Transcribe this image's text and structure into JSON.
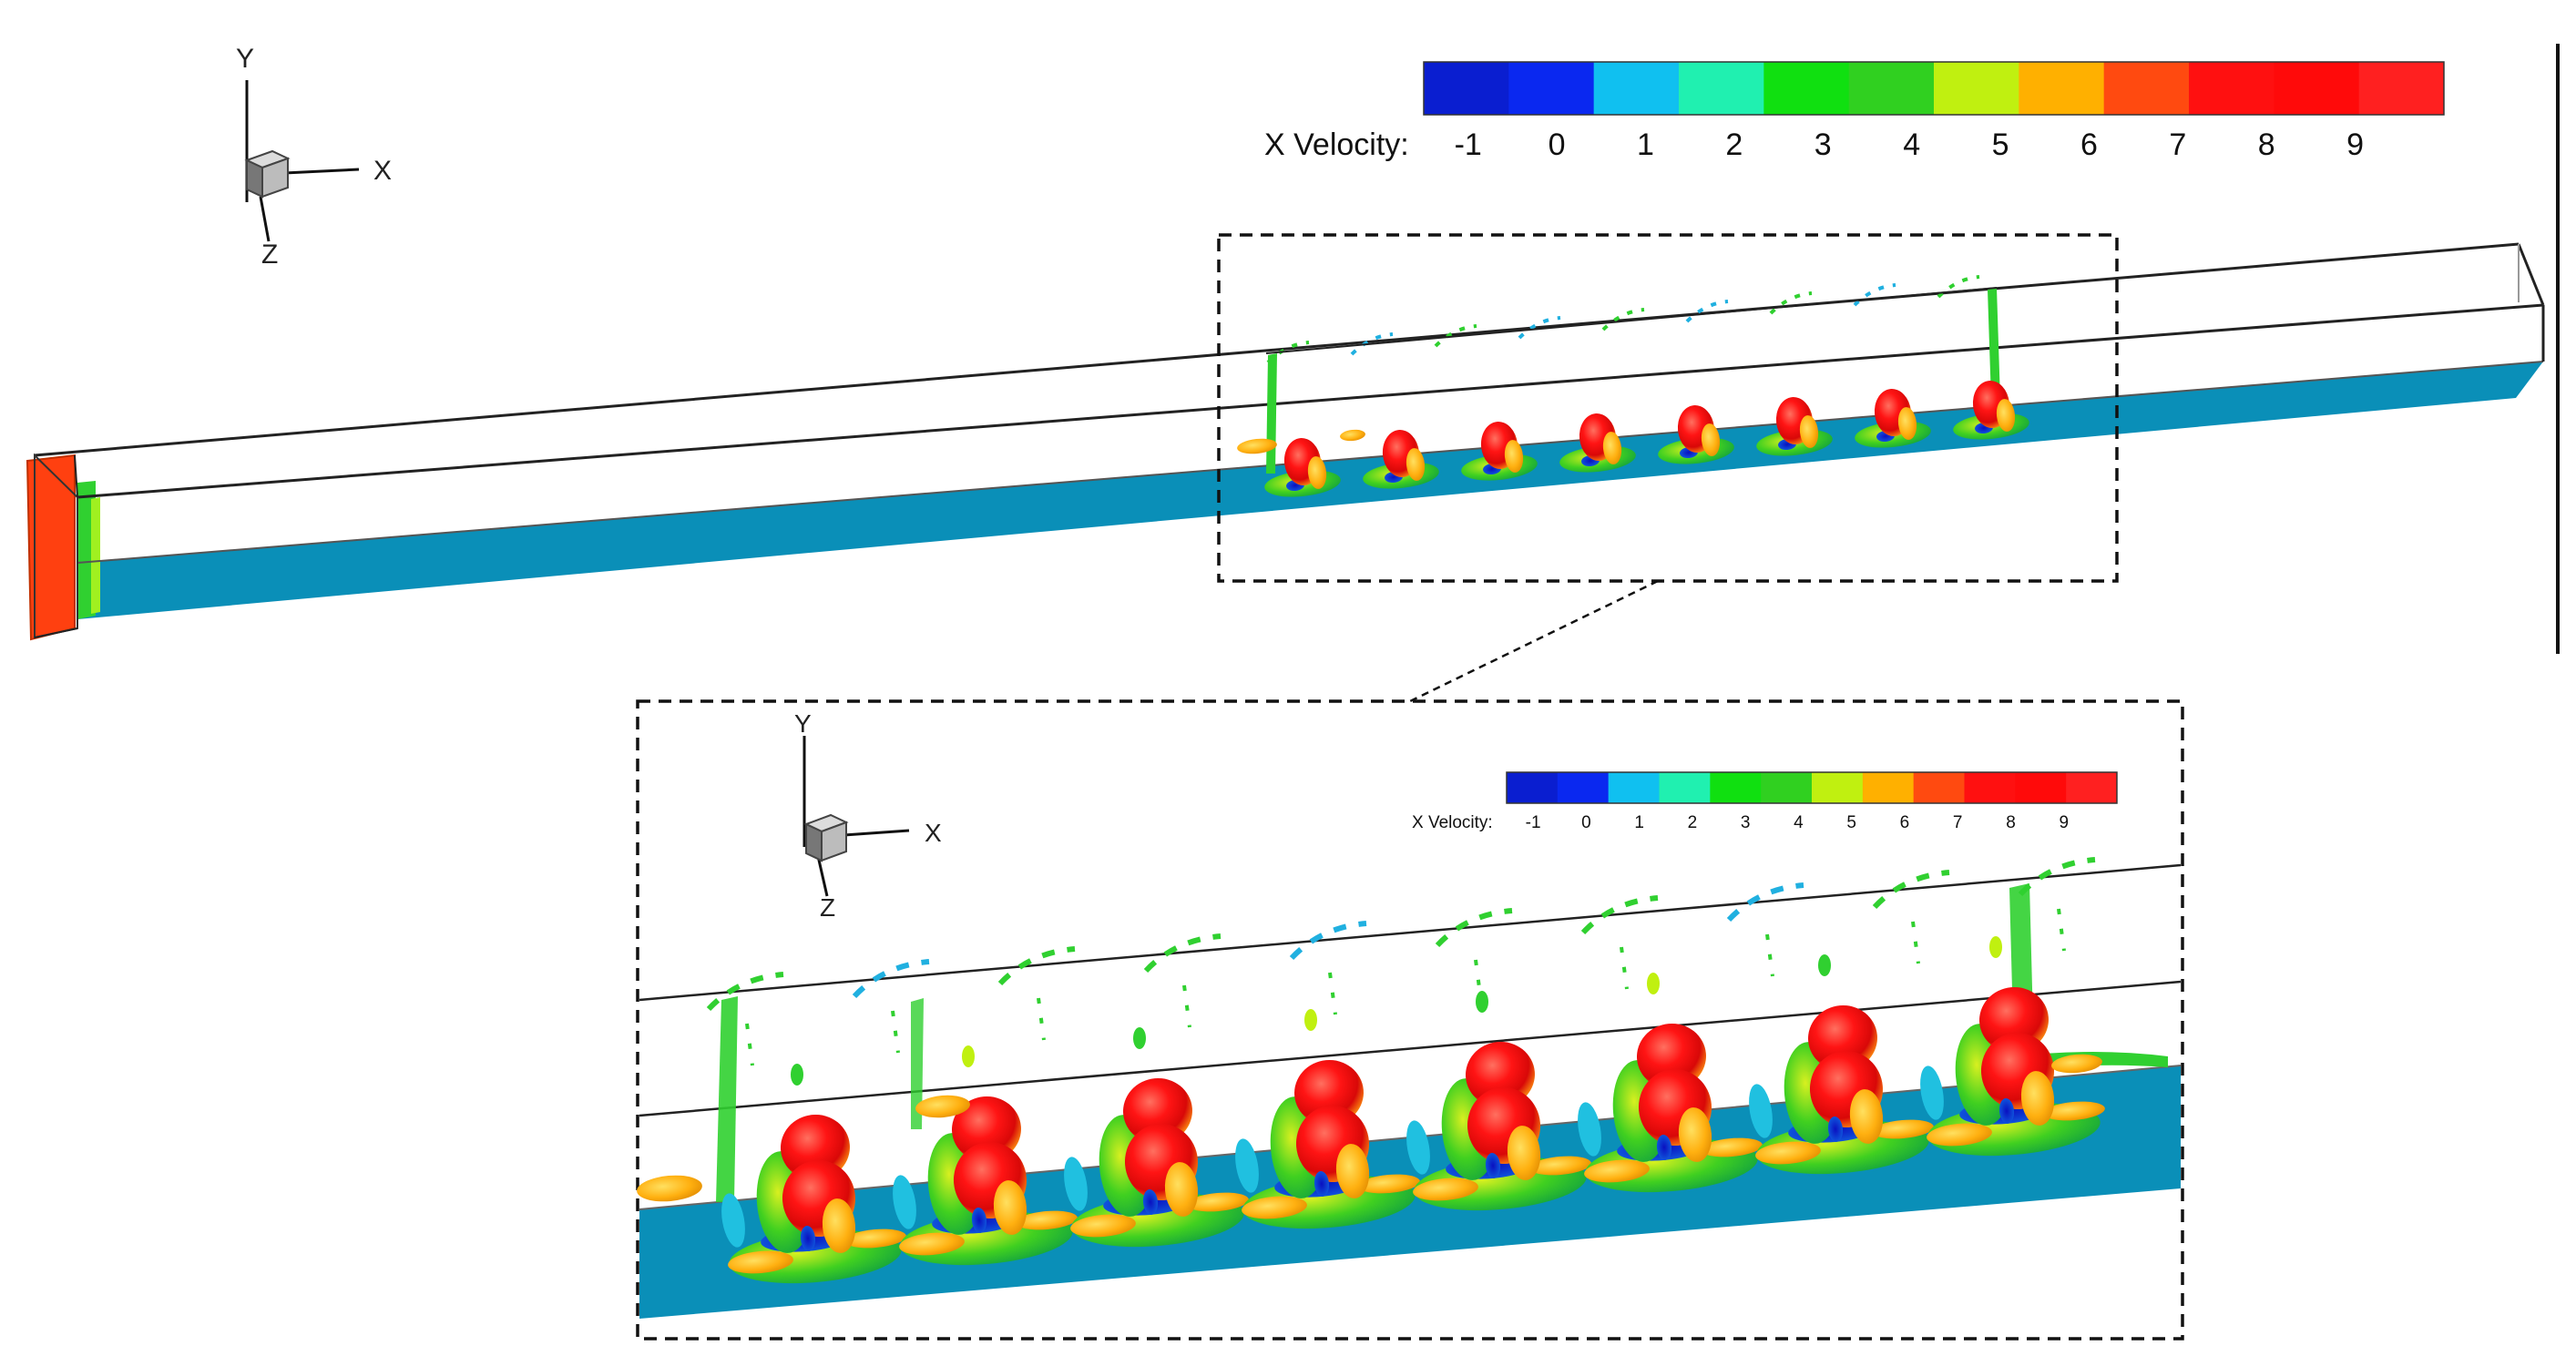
{
  "main_view": {
    "axes_triad": {
      "y_label": "Y",
      "x_label": "X",
      "z_label": "Z"
    },
    "colorbar": {
      "title": "X Velocity:",
      "ticks": [
        "-1",
        "0",
        "1",
        "2",
        "3",
        "4",
        "5",
        "6",
        "7",
        "8",
        "9"
      ]
    }
  },
  "zoom_view": {
    "axes_triad": {
      "y_label": "Y",
      "x_label": "X",
      "z_label": "Z"
    },
    "colorbar": {
      "title": "X Velocity:",
      "ticks": [
        "-1",
        "0",
        "1",
        "2",
        "3",
        "4",
        "5",
        "6",
        "7",
        "8",
        "9"
      ]
    }
  },
  "colorbar_colors": [
    "#0a1ed0",
    "#0a28f0",
    "#10c0f0",
    "#20f0b0",
    "#10e010",
    "#30d020",
    "#c0f010",
    "#ffb000",
    "#ff4a10",
    "#ff1010",
    "#ff0a0a",
    "#ff2020"
  ],
  "colors": {
    "channel_floor": "#0a8fb8",
    "inlet": "#ff4010",
    "vortex_hot": "#ff1a1a",
    "vortex_warm": "#ffa010",
    "vortex_mid": "#40d020",
    "vortex_cool": "#20b0e0"
  }
}
